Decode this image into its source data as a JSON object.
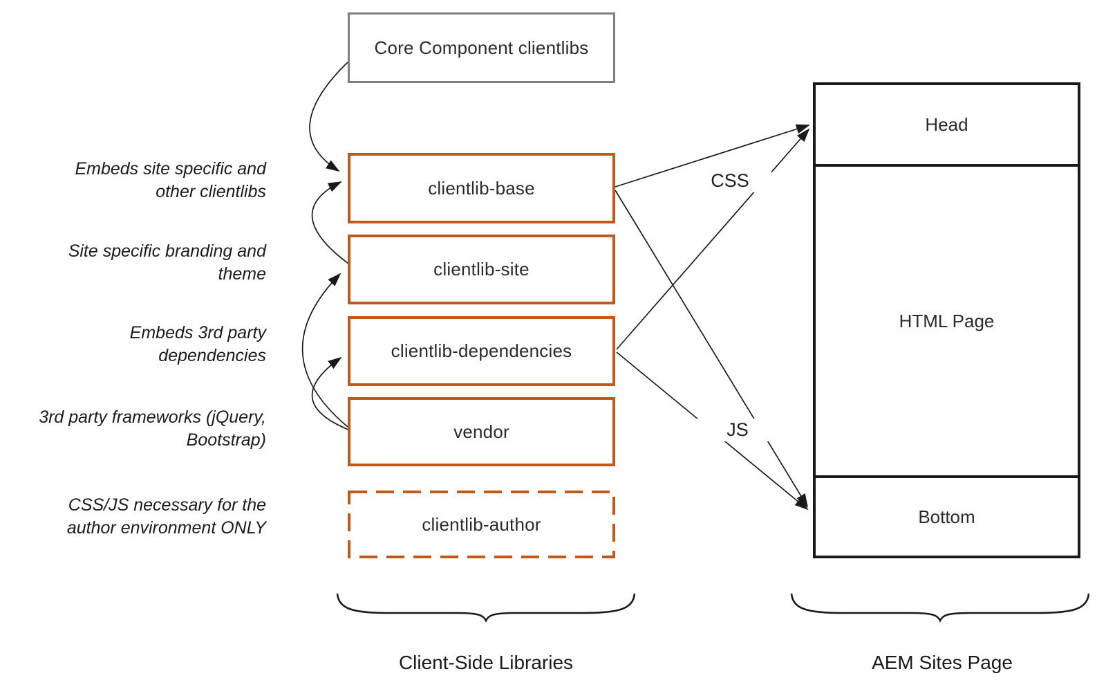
{
  "diagram": {
    "core_box": {
      "label": "Core Component clientlibs"
    },
    "clientlib_boxes": [
      {
        "id": "clientlib-base",
        "label": "clientlib-base",
        "style": "solid"
      },
      {
        "id": "clientlib-site",
        "label": "clientlib-site",
        "style": "solid"
      },
      {
        "id": "clientlib-dependencies",
        "label": "clientlib-dependencies",
        "style": "solid"
      },
      {
        "id": "vendor",
        "label": "vendor",
        "style": "solid"
      },
      {
        "id": "clientlib-author",
        "label": "clientlib-author",
        "style": "dashed"
      }
    ],
    "annotations": [
      {
        "for": "clientlib-base",
        "lines": [
          "Embeds site specific and",
          "other clientlibs"
        ]
      },
      {
        "for": "clientlib-site",
        "lines": [
          "Site specific branding and",
          "theme"
        ]
      },
      {
        "for": "clientlib-dependencies",
        "lines": [
          "Embeds 3rd party",
          "dependencies"
        ]
      },
      {
        "for": "vendor",
        "lines": [
          "3rd party frameworks (jQuery,",
          "Bootstrap)"
        ]
      },
      {
        "for": "clientlib-author",
        "lines": [
          "CSS/JS necessary for the",
          "author environment ONLY"
        ]
      }
    ],
    "aem_page_box": {
      "sections": [
        {
          "label": "Head"
        },
        {
          "label": "HTML Page"
        },
        {
          "label": "Bottom"
        }
      ]
    },
    "edge_labels": {
      "css": "CSS",
      "js": "JS"
    },
    "braces": [
      {
        "label": "Client-Side Libraries"
      },
      {
        "label": "AEM Sites Page"
      }
    ],
    "colors": {
      "clientlib_border": "#c3581c",
      "core_border": "#7f7f7f",
      "line": "#1a1a1a",
      "text": "#2b2b2b"
    }
  }
}
